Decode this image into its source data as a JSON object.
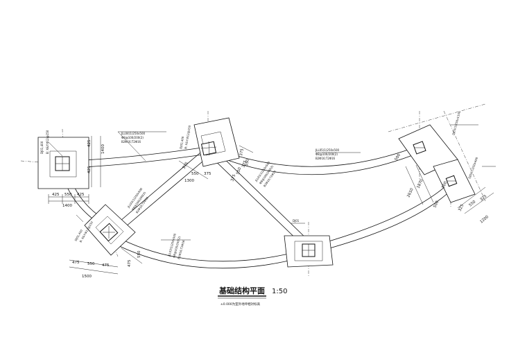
{
  "drawing": {
    "title": "基础结构平面",
    "scale": "1:50",
    "note": "±0.000为室外地坪相对标高"
  },
  "pads": {
    "dj1_left": {
      "label": "DJ01,400",
      "sub": "B: X&Y:Φ12@150"
    },
    "dj2_top": {
      "label": "DJ02,400",
      "sub": "B: X&Y:Φ12@150"
    },
    "dj1_lower_left": {
      "label": "DJ01,400",
      "sub": "B: X&Y:Φ12@150"
    },
    "dj1_bottom": {
      "label": "DJ01"
    },
    "dj1_right_a": {
      "label": "DJ01(1)250x1150"
    },
    "dj1_right_b": {
      "label": "DJ02(1)250x400"
    }
  },
  "beams": {
    "jll04": {
      "l1": "JLL04(1)250x500",
      "l2": "Φ8@100/200(2)",
      "l3": "B2Φ16;T2Φ16"
    },
    "jll05": {
      "l1": "JLL05(1)250x500",
      "l2": "Φ8@100/200(2)",
      "l3": "B2Φ16;T2Φ16"
    },
    "jll01": {
      "l1": "JLL01(1)250x500",
      "l2": "Φ8@100/200(2)",
      "l3": "B2Φ16;T2Φ16"
    },
    "jll02": {
      "l1": "JLL02(1)250x500",
      "l2": "Φ8@100/200(2)",
      "l3": "B2Φ16;T2Φ16"
    },
    "jll03": {
      "l1": "JLL03(1)250x500",
      "l2": "Φ8@100/200(2)",
      "l3": "B2Φ16;T2Φ16"
    }
  },
  "dims": {
    "left_pad": [
      "425",
      "550",
      "425",
      "1400",
      "425",
      "1400",
      "425"
    ],
    "top_pad": [
      "375",
      "550",
      "1300",
      "375",
      "375",
      "550",
      "375"
    ],
    "top_pad_right": [
      "375",
      "550"
    ],
    "lower_left_pad": [
      "475",
      "550",
      "475",
      "1500",
      "475",
      "550"
    ],
    "right_pad": [
      "2610",
      "1870",
      "500",
      "325",
      "550",
      "325",
      "1200",
      "500"
    ],
    "right_pad_top": [
      "500"
    ]
  }
}
